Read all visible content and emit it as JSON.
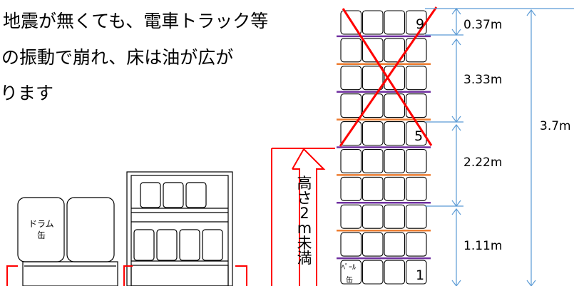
{
  "text": {
    "line1": "地震が無くても、電車トラック等",
    "line2": "の振動で崩れ、床は油が広が",
    "line3": "ります"
  },
  "drum_label": [
    "ドラム",
    "缶"
  ],
  "pail_label": [
    "ﾍﾟｰﾙ",
    "缶"
  ],
  "height_label": [
    "高",
    "さ",
    "2",
    "m",
    "未",
    "満"
  ],
  "stack_numbers": {
    "top": "9",
    "middle": "5",
    "bottom": "1"
  },
  "dimensions": {
    "d1": "0.37m",
    "d2": "3.33m",
    "d3": "2.22m",
    "d4": "1.11m",
    "total": "3.7m"
  },
  "colors": {
    "red": "#ff0000",
    "purple": "#7030a0",
    "orange": "#ed7d31",
    "dim_line": "#5b9bd5"
  }
}
